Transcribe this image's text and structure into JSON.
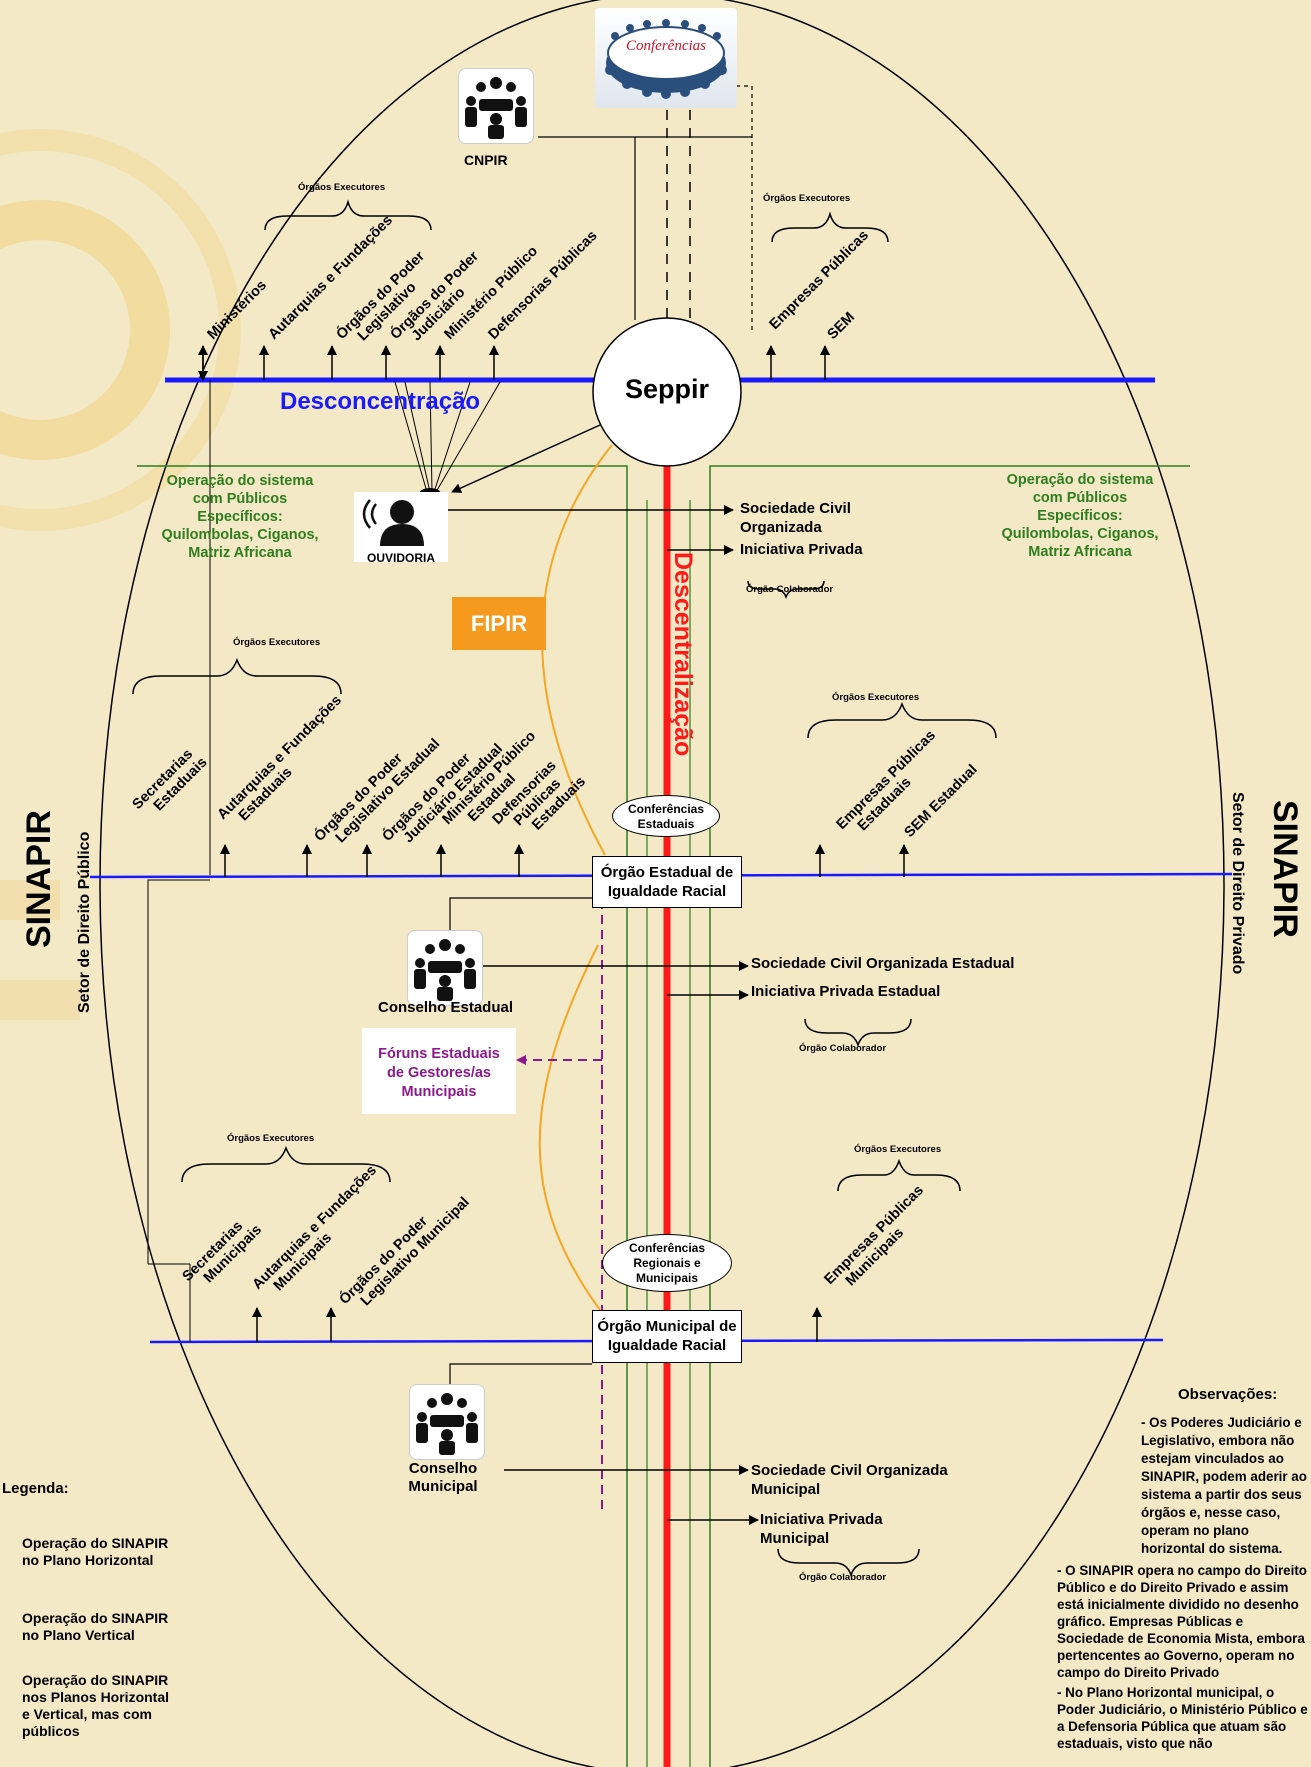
{
  "federal": {
    "conferencias": "Conferências",
    "cnpir": "CNPIR",
    "seppir": "Seppir",
    "desconcentracao": "Desconcentração",
    "descentralizacao": "Descentralização",
    "fipir": "FIPIR",
    "ouvidoria": "OUVIDORIA",
    "orgaos_executores": "Órgãos Executores",
    "orgao_colaborador": "Órgão Colaborador",
    "publico_items": [
      "Ministérios",
      "Autarquias e Fundações",
      "Órgãos do Poder Legislativo",
      "Órgãos do Poder Judiciário",
      "Ministério Público",
      "Defensorias Públicas"
    ],
    "privado_items": [
      "Empresas Públicas",
      "SEM"
    ],
    "sociedade_civil": "Sociedade Civil Organizada",
    "iniciativa_privada": "Iniciativa Privada",
    "operacao_left": [
      "Operação do sistema",
      "com Públicos",
      "Específicos:",
      "Quilombolas, Ciganos,",
      "Matriz Africana"
    ],
    "operacao_right": [
      "Operação do sistema",
      "com Públicos",
      "Específicos:",
      "Quilombolas, Ciganos,",
      "Matriz Africana"
    ]
  },
  "estadual": {
    "orgao": [
      "Órgão Estadual de",
      "Igualdade Racial"
    ],
    "conferencias": [
      "Conferências",
      "Estaduais"
    ],
    "conselho": "Conselho Estadual",
    "foruns": [
      "Fóruns Estaduais",
      "de Gestores/as",
      "Municipais"
    ],
    "publico_items": [
      [
        "Secretarias",
        "Estaduais"
      ],
      [
        "Autarquias e Fundações",
        "Estaduais"
      ],
      [
        "Órgãos do Poder",
        "Legislativo Estadual"
      ],
      [
        "Órgãos do Poder",
        "Judiciário Estadual"
      ],
      [
        "Ministério Público",
        "Estadual"
      ],
      [
        "Defensorias",
        "Públicas",
        "Estaduais"
      ]
    ],
    "privado_items": [
      [
        "Empresas Públicas",
        "Estaduais"
      ],
      [
        "SEM Estadual"
      ]
    ],
    "sociedade_civil": "Sociedade Civil Organizada Estadual",
    "iniciativa_privada": "Iniciativa Privada Estadual"
  },
  "municipal": {
    "orgao": [
      "Órgão Municipal de",
      "Igualdade Racial"
    ],
    "conferencias": [
      "Conferências",
      "Regionais e",
      "Municipais"
    ],
    "conselho": [
      "Conselho",
      "Municipal"
    ],
    "publico_items": [
      [
        "Secretarias",
        "Municipais"
      ],
      [
        "Autarquias e Fundações",
        "Municipais"
      ],
      [
        "Órgãos do Poder",
        "Legislativo Municipal"
      ]
    ],
    "privado_items": [
      [
        "Empresas Públicas",
        "Municipais"
      ]
    ],
    "sociedade_civil": [
      "Sociedade Civil Organizada",
      "Municipal"
    ],
    "iniciativa_privada": [
      "Iniciativa Privada",
      "Municipal"
    ]
  },
  "sides": {
    "sinapir": "SINAPIR",
    "publico": "Setor de Direito Público",
    "privado": "Setor de Direito Privado"
  },
  "observacoes": {
    "title": "Observações:",
    "items": [
      "- Os Poderes Judiciário e Legislativo, embora não estejam vinculados ao SINAPIR, podem aderir ao sistema a partir dos seus órgãos e, nesse caso, operam no plano horizontal do sistema.",
      "- O SINAPIR opera no campo do Direito Público e do Direito Privado e assim está inicialmente dividido no desenho gráfico. Empresas Públicas e Sociedade de Economia Mista, embora pertencentes ao Governo, operam no campo do Direito Privado",
      "- No Plano Horizontal municipal, o Poder Judiciário, o Ministério Público e a Defensoria Pública que atuam são estaduais, visto que não"
    ]
  },
  "legenda": {
    "title": "Legenda:",
    "items": [
      "Operação do SINAPIR no Plano Horizontal",
      "Operação do SINAPIR no Plano Vertical",
      "Operação do SINAPIR nos Planos Horizontal e Vertical, mas com públicos"
    ]
  },
  "colors": {
    "horizontal": "#1a1aff",
    "vertical": "#ff1a1a",
    "green": "#2e7d1f",
    "orange": "#f5a623",
    "purple": "#8b1a8b"
  }
}
